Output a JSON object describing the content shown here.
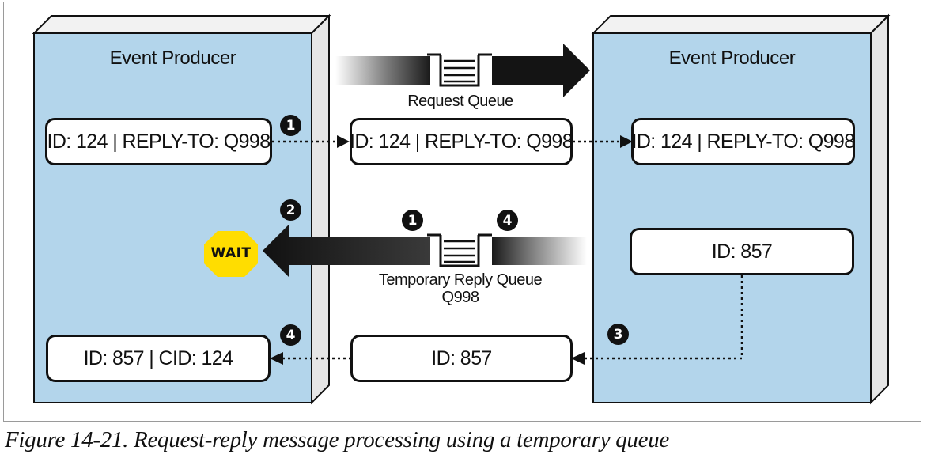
{
  "producers": {
    "left_title": "Event Producer",
    "right_title": "Event Producer"
  },
  "queues": {
    "request_label": "Request Queue",
    "reply_label_line1": "Temporary Reply Queue",
    "reply_label_line2": "Q998"
  },
  "messages": {
    "left_request": "ID: 124 | REPLY-TO: Q998",
    "middle_request": "ID: 124 | REPLY-TO: Q998",
    "right_request": "ID: 124 | REPLY-TO: Q998",
    "right_reply": "ID: 857",
    "middle_reply": "ID: 857",
    "left_reply": "ID: 857 | CID: 124"
  },
  "steps": {
    "step1_request": "1",
    "step2_wait": "2",
    "step1_reply_queue": "1",
    "step4_reply_queue": "4",
    "step3": "3",
    "step4_receive": "4"
  },
  "wait_sign": "WAIT",
  "caption": "Figure 14-21. Request-reply message processing using a temporary queue",
  "colors": {
    "producer_fill": "#b3d5eb",
    "producer_side": "#e8e8e8",
    "wait_sign": "#ffdd00",
    "outline": "#111111"
  }
}
